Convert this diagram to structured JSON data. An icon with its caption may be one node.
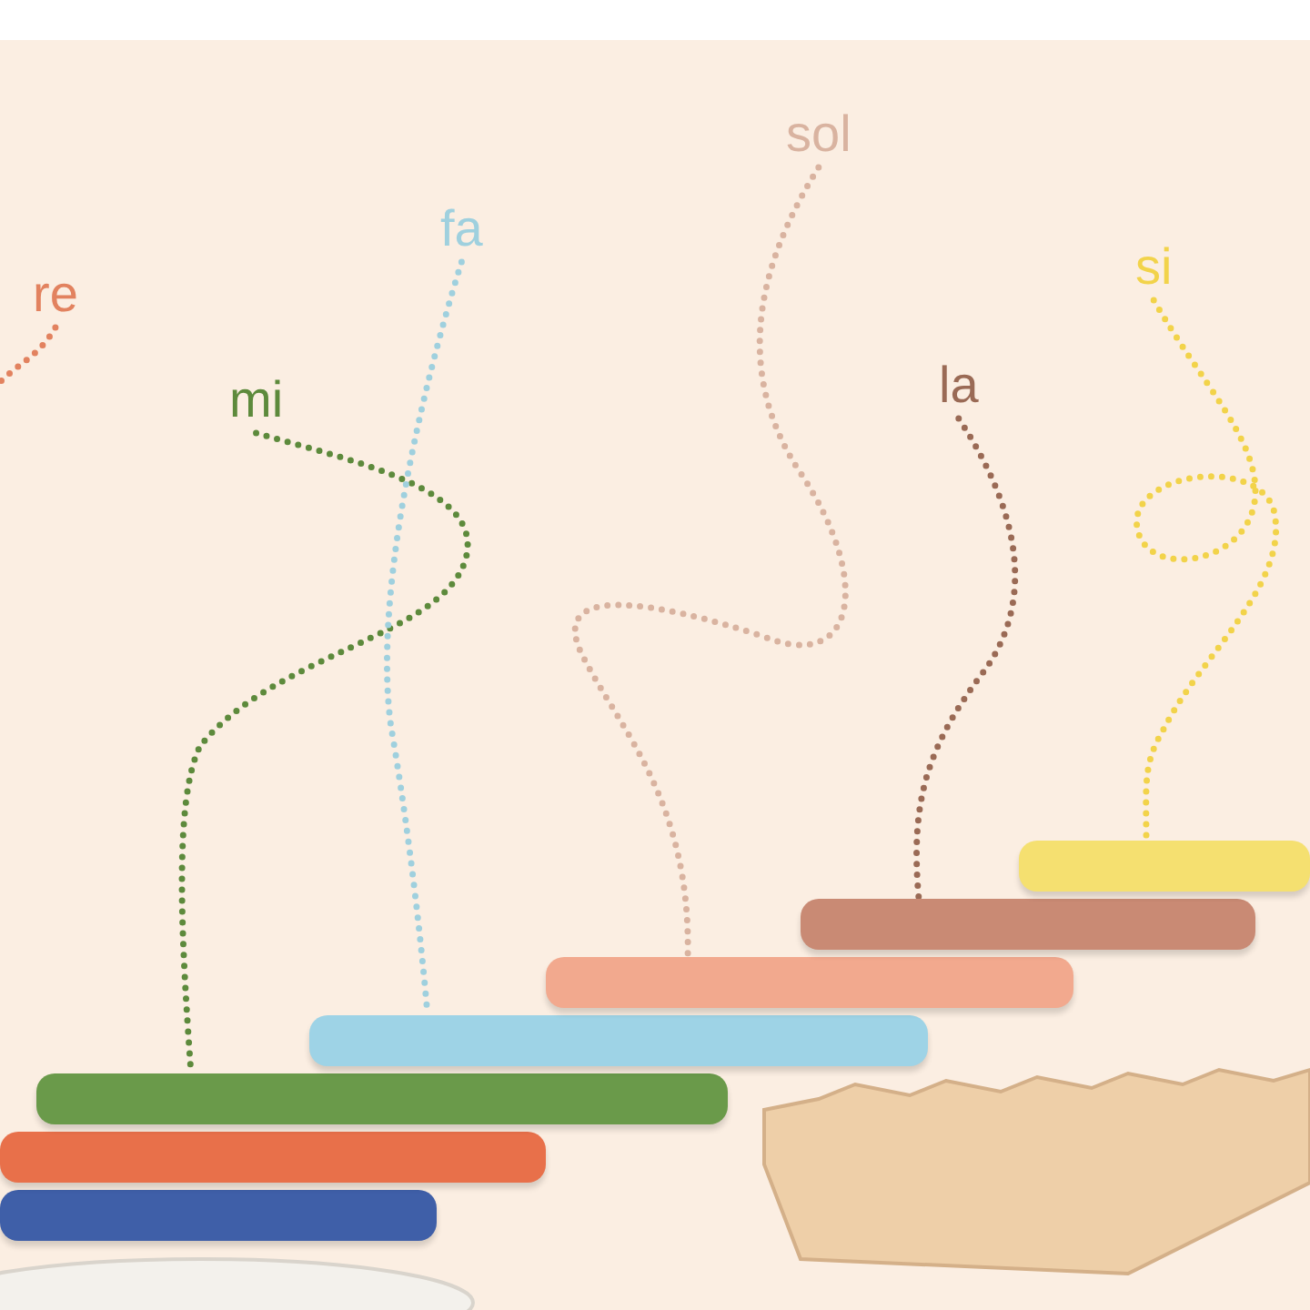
{
  "diagram": {
    "nodes": [
      {
        "text": [
          "re"
        ]
      },
      {
        "text": [
          "mi"
        ]
      },
      {
        "text": [
          "fa"
        ]
      },
      {
        "text": [
          "sol"
        ]
      },
      {
        "text": [
          "la"
        ]
      },
      {
        "text": [
          "si"
        ]
      },
      {
        "text": [],
        "shape": "bar"
      },
      {
        "text": [],
        "shape": "bar"
      },
      {
        "text": [],
        "shape": "bar"
      },
      {
        "text": [],
        "shape": "bar"
      },
      {
        "text": [],
        "shape": "bar"
      },
      {
        "text": [],
        "shape": "bar"
      },
      {
        "text": [],
        "shape": "bar"
      }
    ],
    "edges": [
      {
        "from": 0,
        "to": null,
        "arrow": "none",
        "color": "#e2825f"
      },
      {
        "from": 1,
        "to": 8,
        "arrow": "none",
        "color": "#5d8a3c"
      },
      {
        "from": 2,
        "to": 9,
        "arrow": "none",
        "color": "#9fd0de"
      },
      {
        "from": 3,
        "to": 10,
        "arrow": "none",
        "color": "#d9b3a0"
      },
      {
        "from": 4,
        "to": 11,
        "arrow": "none",
        "color": "#9a6a55"
      },
      {
        "from": 5,
        "to": 12,
        "arrow": "none",
        "color": "#f2d34a"
      }
    ]
  }
}
